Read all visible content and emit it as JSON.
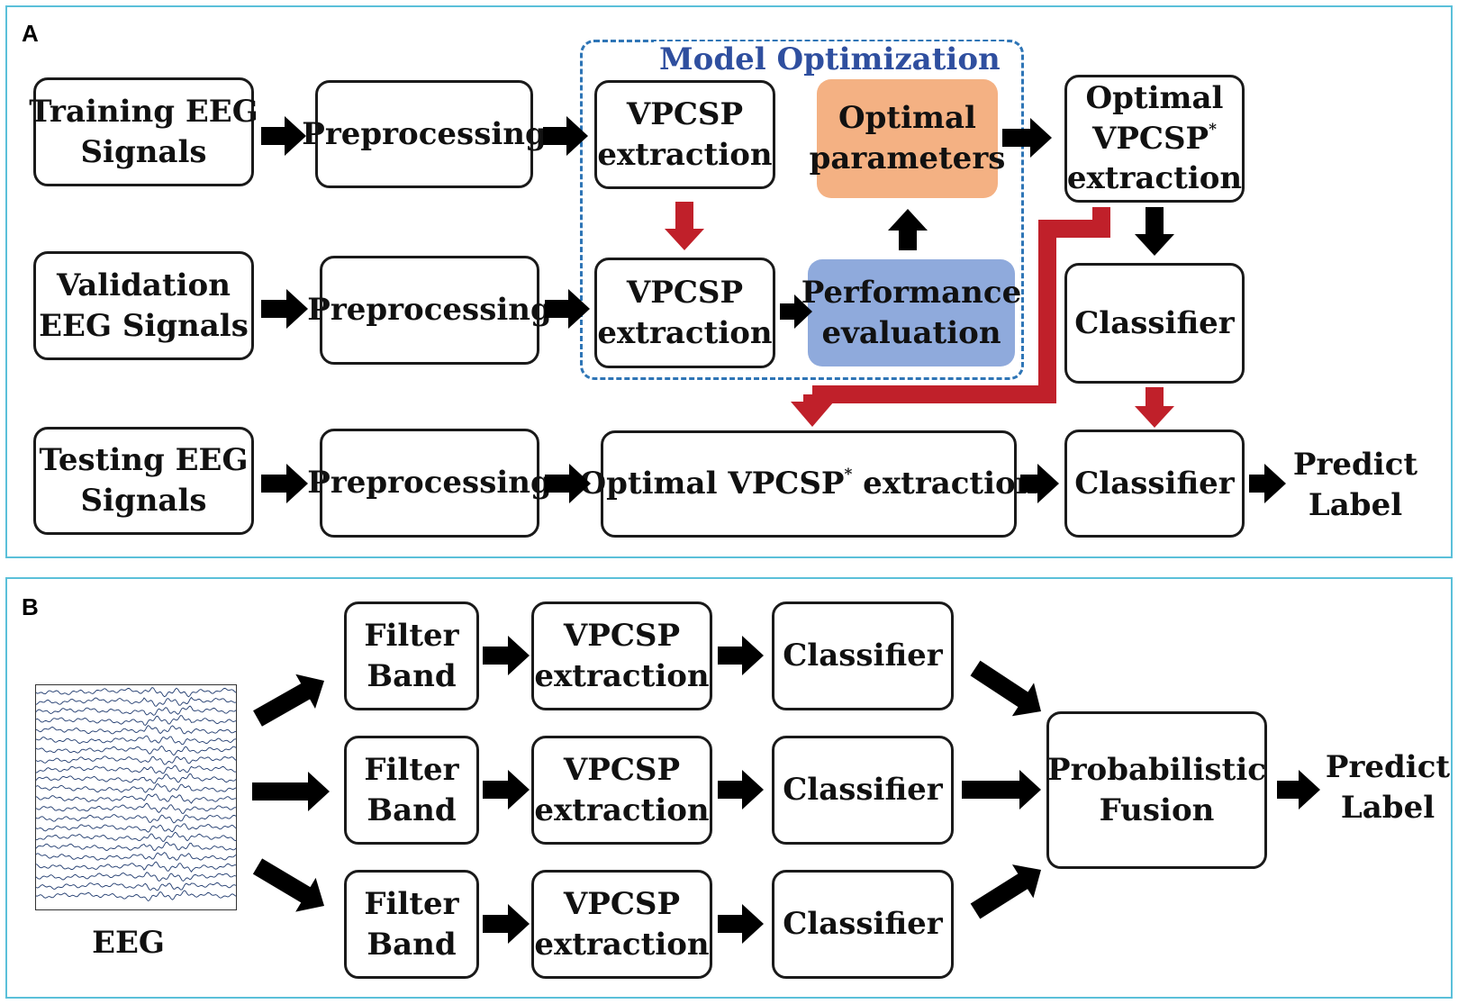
{
  "panel_a": {
    "label": "A",
    "model_optimization_title": "Model Optimization",
    "training_signals": [
      "Training EEG",
      "Signals"
    ],
    "validation_signals": [
      "Validation",
      "EEG Signals"
    ],
    "testing_signals": [
      "Testing EEG",
      "Signals"
    ],
    "preprocessing": "Preprocessing",
    "vpcsp_extraction": [
      "VPCSP",
      "extraction"
    ],
    "optimal_parameters": [
      "Optimal",
      "parameters"
    ],
    "performance_evaluation": [
      "Performance",
      "evaluation"
    ],
    "optimal_vpcsp_extraction": {
      "line1": "Optimal",
      "line2": "VPCSP",
      "mark": "*",
      "line3": "extraction"
    },
    "classifier": "Classifier",
    "testing_optimal_vpcsp": {
      "before": "Optimal VPCSP",
      "mark": "*",
      "after": " extraction"
    },
    "predict_label": [
      "Predict",
      "Label"
    ]
  },
  "panel_b": {
    "label": "B",
    "eeg_caption": "EEG",
    "filter_band": [
      "Filter",
      "Band"
    ],
    "vpcsp_extraction": [
      "VPCSP",
      "extraction"
    ],
    "classifier": "Classifier",
    "probabilistic_fusion": [
      "Probabilistic",
      "Fusion"
    ],
    "predict_label": [
      "Predict",
      "Label"
    ]
  },
  "colors": {
    "panel_border": "#5bc0d9",
    "dashed_border": "#2e75b6",
    "title_blue": "#2f4f9f",
    "orange_box": "#f4b183",
    "blue_box": "#8faadc",
    "red_arrow": "#c0202a",
    "black_arrow": "#000000",
    "eeg_trace": "#1f3a6e"
  }
}
